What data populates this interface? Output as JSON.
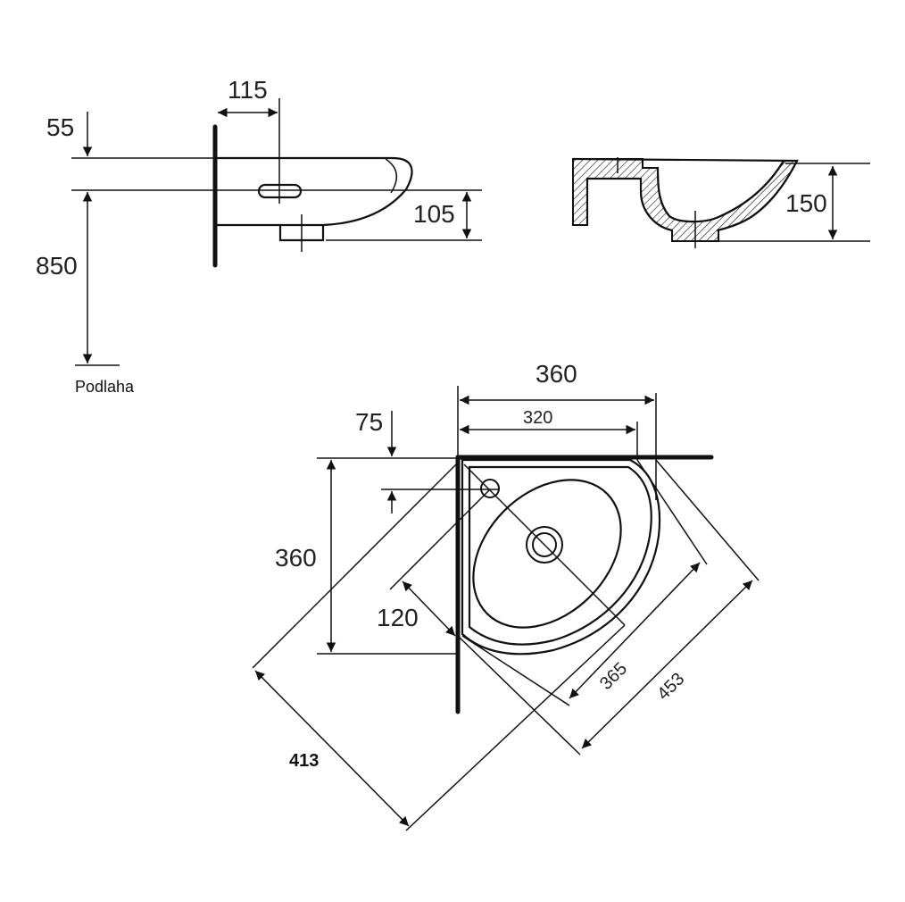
{
  "side_view": {
    "dim_top_offset": "55",
    "dim_height_floor": "850",
    "dim_overflow_from_wall": "115",
    "dim_bowl_depth": "105",
    "floor_label": "Podlaha"
  },
  "section_view": {
    "dim_height": "150"
  },
  "plan_view": {
    "dim_width_outer": "360",
    "dim_width_inner": "320",
    "dim_tap_offset": "75",
    "dim_depth": "360",
    "dim_diagonal_small": "120",
    "dim_diagonal_365": "365",
    "dim_diagonal_453": "453",
    "dim_diagonal_413": "413"
  }
}
